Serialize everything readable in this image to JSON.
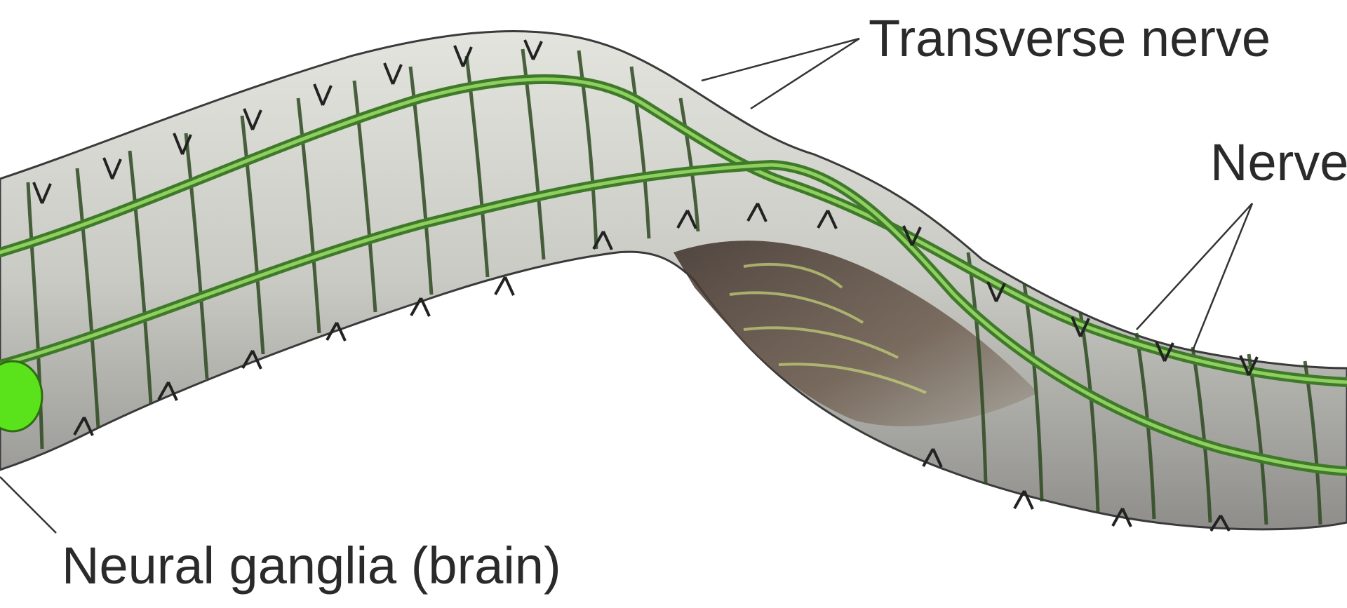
{
  "labels": {
    "transverse_nerve": "Transverse nerve",
    "nerve": "Nerve",
    "neural_ganglia": "Neural ganglia (brain)"
  },
  "colors": {
    "body_outline": "#3a3a3a",
    "body_fill": "#b9bab5",
    "body_fill_light": "#dcdcd6",
    "nerve_cord": "#3f7a2a",
    "nerve_cord_light": "#8fcf60",
    "ganglia": "#5ae21a",
    "interior_dark": "#4a3a30",
    "label_text": "#2a2a2a"
  }
}
